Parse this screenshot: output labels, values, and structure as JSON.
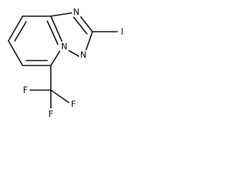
{
  "molecule": {
    "atoms": {
      "n_top": "N",
      "n_bridge": "N",
      "n_bottom": "N",
      "iodine": "I",
      "f_left": "F",
      "f_bottom": "F",
      "f_right": "F"
    }
  }
}
